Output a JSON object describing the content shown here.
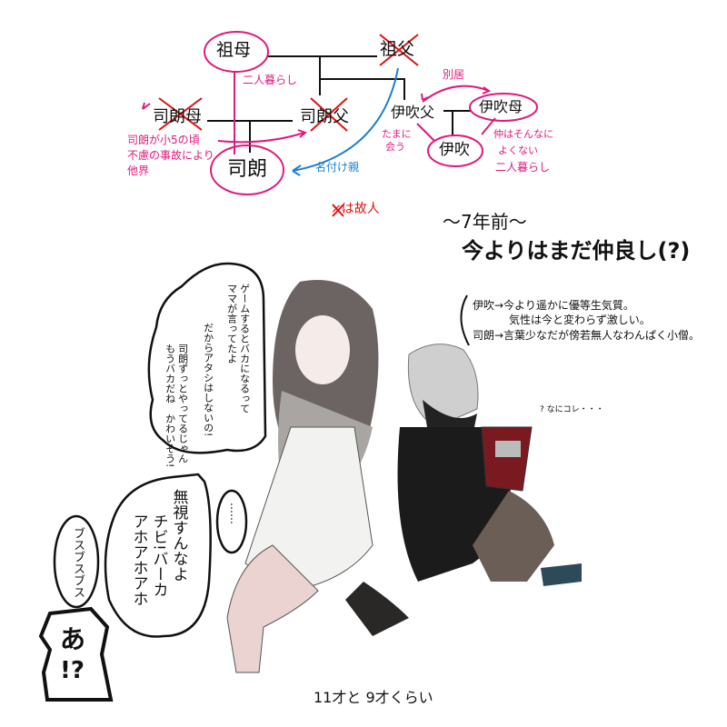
{
  "family_tree": {
    "grandmother": "祖母",
    "grandfather": "祖父",
    "shiro_mother": "司朗母",
    "shiro_father": "司朗父",
    "shiro": "司朗",
    "ibuki_father": "伊吹父",
    "ibuki_mother": "伊吹母",
    "ibuki": "伊吹",
    "living_together_1": "二人暮らし",
    "mother_note": [
      "司朗が小5の頃",
      "不慮の事故により",
      "他界"
    ],
    "godparent": "名付け親",
    "separated": "別居",
    "meet_sometimes": [
      "たまに",
      "会う"
    ],
    "mother_relation": [
      "仲はそんなに",
      "よくない",
      "二人暮らし"
    ],
    "deceased_legend": "×は故人"
  },
  "heading": {
    "time": "〜7年前〜",
    "subtitle": "今よりはまだ仲良し(?)"
  },
  "notes": [
    "伊吹→今より遥かに優等生気質。",
    "気性は今と変わらず激しい。",
    "司朗→言葉少なだが傍若無人なわんぱく小僧。"
  ],
  "bubbles": {
    "top": [
      "ゲームするとバカになるって",
      "ママが言ってたよ",
      "だからアタシはしないの!",
      "司朗ずっとやってるじゃん",
      "もうバカだね　かわいそう!"
    ],
    "shout": [
      "無視すんなよ",
      "チビ!バーカ",
      "アホアホアホ"
    ],
    "busu": "ブスブスブス",
    "silence": "……",
    "ah": [
      "あ",
      "!?"
    ],
    "boy_thought": "? なにコレ・・・"
  },
  "caption": "11才と 9才くらい",
  "colors": {
    "pink": "#e0197d",
    "blue": "#1a7fd0",
    "red": "#e01010"
  }
}
